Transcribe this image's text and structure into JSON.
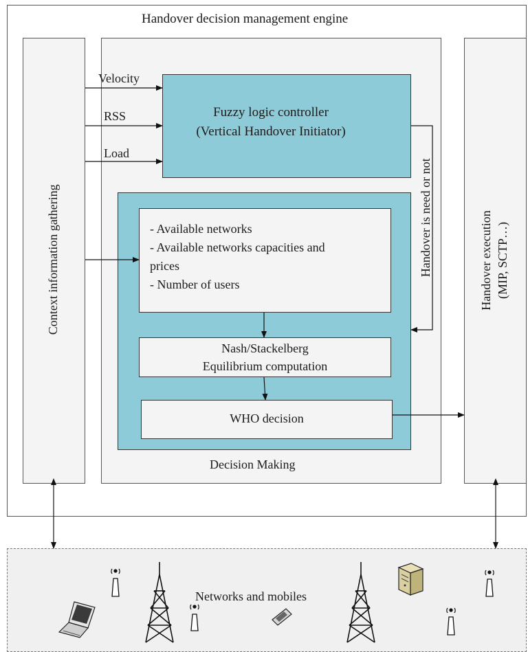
{
  "engine_title": "Handover decision management engine",
  "context_label": "Context information gathering",
  "execution_label": {
    "line1": "Handover execution",
    "line2": "(MIP, SCTP…)"
  },
  "inputs": {
    "velocity": "Velocity",
    "rss": "RSS",
    "load": "Load"
  },
  "fuzzy": {
    "line1": "Fuzzy logic controller",
    "line2": "(Vertical Handover Initiator)"
  },
  "handover_signal": "Handover is need or not",
  "info_items": [
    "- Available networks",
    "- Available networks capacities and",
    "prices",
    "- Number of users"
  ],
  "equilibrium": {
    "line1": "Nash/Stackelberg",
    "line2": "Equilibrium computation"
  },
  "who_decision": "WHO decision",
  "decision_making": "Decision Making",
  "networks_label": "Networks and mobiles",
  "colors": {
    "teal_fill": "#8ecbd8",
    "panel_fill": "#f4f4f4"
  }
}
